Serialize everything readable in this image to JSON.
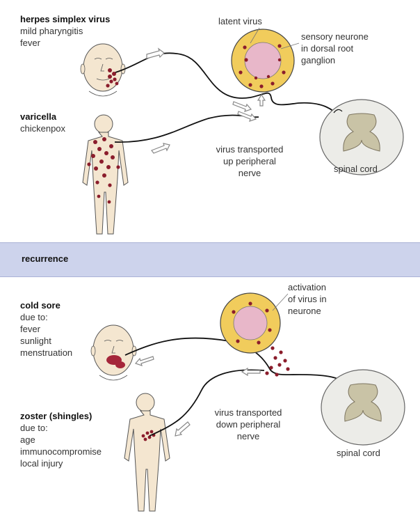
{
  "colors": {
    "skin": "#f4e6d0",
    "neurone": "#f1cc5c",
    "nucleus": "#e8b7c9",
    "virus": "#8b1d2c",
    "cord": "#ecece8",
    "grey_matter": "#c9c3a6",
    "band": "#cdd3ec"
  },
  "primary": {
    "herpes": {
      "title": "herpes simplex virus",
      "lines": [
        "mild pharyngitis",
        "fever"
      ]
    },
    "varicella": {
      "title": "varicella",
      "lines": [
        "chickenpox"
      ]
    },
    "latent_virus": "latent virus",
    "sensory_neurone": [
      "sensory neurone",
      "in dorsal root",
      "ganglion"
    ],
    "transport_up": [
      "virus transported",
      "up peripheral",
      "nerve"
    ],
    "spinal_cord": "spinal cord"
  },
  "recurrence": {
    "heading": "recurrence",
    "cold_sore": {
      "title": "cold sore",
      "lines": [
        "due to:",
        "fever",
        "sunlight",
        "menstruation"
      ]
    },
    "zoster": {
      "title": "zoster (shingles)",
      "lines": [
        "due to:",
        "age",
        "immunocompromise",
        "local injury"
      ]
    },
    "activation": [
      "activation",
      "of virus in",
      "neurone"
    ],
    "transport_down": [
      "virus transported",
      "down peripheral",
      "nerve"
    ],
    "spinal_cord": "spinal cord"
  }
}
